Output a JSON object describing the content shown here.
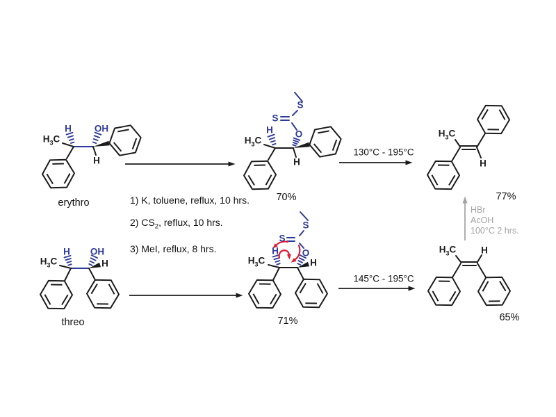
{
  "colors": {
    "bond": "#1c1c1c",
    "heteroatom_blue": "#2e3a9a",
    "mechanism_red": "#e11a35",
    "side_note_gray": "#a3a3a3",
    "background": "#ffffff"
  },
  "atom_labels": {
    "methyl_h": "H",
    "methyl_sub": "3",
    "methyl_c": "C",
    "hydrogen": "H",
    "hydroxyl": "OH",
    "oxygen": "O",
    "sulfur": "S"
  },
  "molecules": {
    "erythro": {
      "caption": "erythro"
    },
    "threo": {
      "caption": "threo"
    },
    "xanthate_top": {
      "yield": "70%"
    },
    "xanthate_bottom": {
      "yield": "71%"
    },
    "alkene_top": {
      "yield": "77%"
    },
    "alkene_bottom": {
      "yield": "65%"
    }
  },
  "conditions": {
    "step1": "1) K, toluene, reflux, 10 hrs.",
    "step2_pre": "2) CS",
    "step2_sub": "2",
    "step2_post": ", reflux, 10 hrs.",
    "step3": "3) MeI, reflux, 8 hrs."
  },
  "arrows": {
    "pyrolysis_top": "130°C - 195°C",
    "pyrolysis_bottom": "145°C - 195°C",
    "isomerization": {
      "reagent1": "HBr",
      "reagent2": "AcOH",
      "condition": "100°C 2 hrs."
    }
  }
}
